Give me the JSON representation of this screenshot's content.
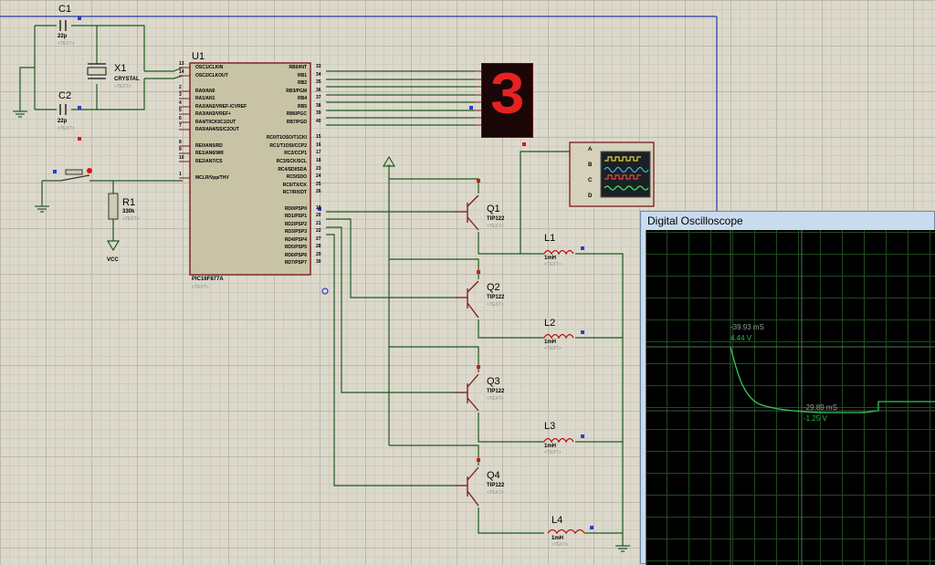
{
  "components": {
    "c1": {
      "ref": "C1",
      "value": "22p",
      "text": "<TEXT>"
    },
    "c2": {
      "ref": "C2",
      "value": "22p",
      "text": "<TEXT>"
    },
    "x1": {
      "ref": "X1",
      "value": "CRYSTAL",
      "text": "<TEXT>"
    },
    "r1": {
      "ref": "R1",
      "value": "330k",
      "text": "<TEXT>"
    },
    "vcc": {
      "label": "VCC"
    },
    "u1": {
      "ref": "U1",
      "part": "PIC16F877A",
      "text": "<TEXT>",
      "left_pins": [
        {
          "num": "13",
          "name": "OSC1/CLKIN"
        },
        {
          "num": "14",
          "name": "OSC2/CLKOUT"
        },
        {
          "num": "2",
          "name": "RA0/AN0"
        },
        {
          "num": "3",
          "name": "RA1/AN1"
        },
        {
          "num": "4",
          "name": "RA2/AN2/VREF-/CVREF"
        },
        {
          "num": "5",
          "name": "RA3/AN3/VREF+"
        },
        {
          "num": "6",
          "name": "RA4/T0CKI/C1OUT"
        },
        {
          "num": "7",
          "name": "RA5/AN4/SS/C2OUT"
        },
        {
          "num": "8",
          "name": "RE0/AN5/RD"
        },
        {
          "num": "9",
          "name": "RE1/AN6/WR"
        },
        {
          "num": "10",
          "name": "RE2/AN7/CS"
        },
        {
          "num": "1",
          "name": "MCLR/Vpp/THV"
        }
      ],
      "right_pins": [
        {
          "num": "33",
          "name": "RB0/INT"
        },
        {
          "num": "34",
          "name": "RB1"
        },
        {
          "num": "35",
          "name": "RB2"
        },
        {
          "num": "36",
          "name": "RB3/PGM"
        },
        {
          "num": "37",
          "name": "RB4"
        },
        {
          "num": "38",
          "name": "RB5"
        },
        {
          "num": "39",
          "name": "RB6/PGC"
        },
        {
          "num": "40",
          "name": "RB7/PGD"
        },
        {
          "num": "15",
          "name": "RC0/T1OSO/T1CKI"
        },
        {
          "num": "16",
          "name": "RC1/T1OSI/CCP2"
        },
        {
          "num": "17",
          "name": "RC2/CCP1"
        },
        {
          "num": "18",
          "name": "RC3/SCK/SCL"
        },
        {
          "num": "23",
          "name": "RC4/SDI/SDA"
        },
        {
          "num": "24",
          "name": "RC5/SDO"
        },
        {
          "num": "25",
          "name": "RC6/TX/CK"
        },
        {
          "num": "26",
          "name": "RC7/RX/DT"
        },
        {
          "num": "19",
          "name": "RD0/PSP0"
        },
        {
          "num": "20",
          "name": "RD1/PSP1"
        },
        {
          "num": "21",
          "name": "RD2/PSP2"
        },
        {
          "num": "22",
          "name": "RD3/PSP3"
        },
        {
          "num": "27",
          "name": "RD4/PSP4"
        },
        {
          "num": "28",
          "name": "RD5/PSP5"
        },
        {
          "num": "29",
          "name": "RD6/PSP6"
        },
        {
          "num": "30",
          "name": "RD7/PSP7"
        }
      ]
    },
    "display": {
      "digit": "3"
    },
    "scope_pins": [
      "A",
      "B",
      "C",
      "D"
    ],
    "transistors": [
      {
        "ref": "Q1",
        "part": "TIP122",
        "text": "<TEXT>"
      },
      {
        "ref": "Q2",
        "part": "TIP122",
        "text": "<TEXT>"
      },
      {
        "ref": "Q3",
        "part": "TIP122",
        "text": "<TEXT>"
      },
      {
        "ref": "Q4",
        "part": "TIP122",
        "text": "<TEXT>"
      }
    ],
    "inductors": [
      {
        "ref": "L1",
        "value": "1mH",
        "text": "<TEXT>"
      },
      {
        "ref": "L2",
        "value": "1mH",
        "text": "<TEXT>"
      },
      {
        "ref": "L3",
        "value": "1mH",
        "text": "<TEXT>"
      },
      {
        "ref": "L4",
        "value": "1mH",
        "text": "<TEXT>"
      }
    ]
  },
  "oscilloscope": {
    "title": "Digital Oscilloscope",
    "cursor1": {
      "time": "-39.93 mS",
      "volt": "4.44 V"
    },
    "cursor2": {
      "time": "-29.89 mS",
      "volt": "-1.25 V"
    },
    "colors": {
      "grid": "#1f4a1f",
      "trace": "#35c45a",
      "cursor_text": "#9a9a9a",
      "volt_text": "#34b34a"
    }
  },
  "colors": {
    "wire": "#1e5a1e",
    "component": "#b31515",
    "ic_body": "#c8c3a5",
    "border": "#2b35a8"
  }
}
